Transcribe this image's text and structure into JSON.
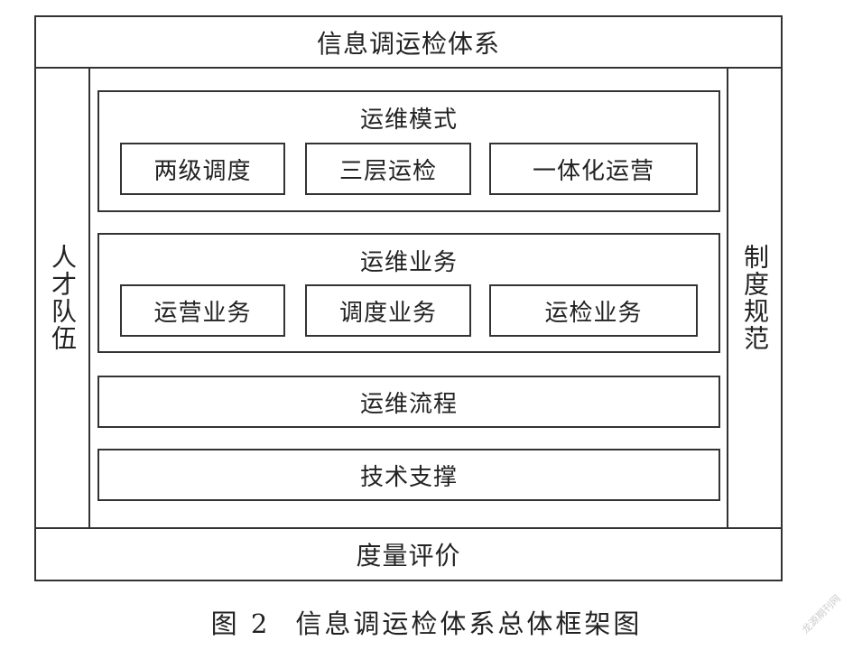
{
  "top_bar": "信息调运检体系",
  "left_column": "人才队伍",
  "right_column": "制度规范",
  "bottom_bar": "度量评价",
  "mode_group": {
    "title": "运维模式",
    "items": [
      "两级调度",
      "三层运检",
      "一体化运营"
    ]
  },
  "business_group": {
    "title": "运维业务",
    "items": [
      "运营业务",
      "调度业务",
      "运检业务"
    ]
  },
  "process_bar": "运维流程",
  "tech_bar": "技术支撑",
  "caption": {
    "number": "图 2",
    "text": "信息调运检体系总体框架图"
  },
  "watermark": "龙源期刊网"
}
